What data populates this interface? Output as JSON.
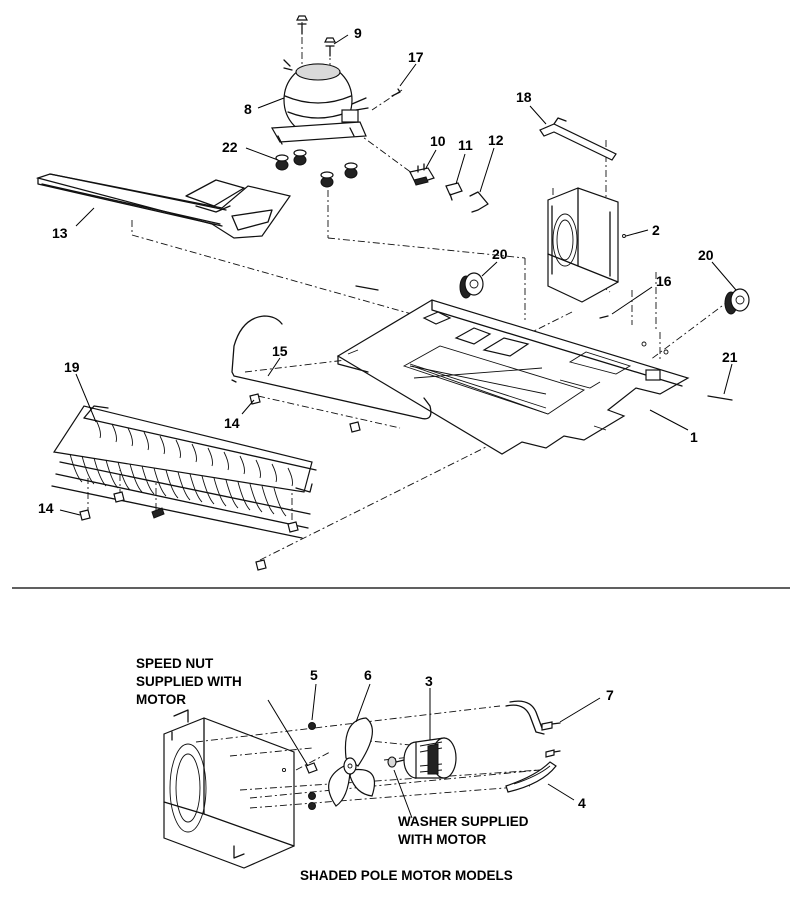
{
  "callouts": {
    "c1": "1",
    "c2": "2",
    "c3": "3",
    "c4": "4",
    "c5": "5",
    "c6": "6",
    "c7": "7",
    "c8": "8",
    "c9": "9",
    "c10": "10",
    "c11": "11",
    "c12": "12",
    "c13": "13",
    "c14a": "14",
    "c14b": "14",
    "c15": "15",
    "c16": "16",
    "c17": "17",
    "c18": "18",
    "c19": "19",
    "c20a": "20",
    "c20b": "20",
    "c21": "21",
    "c22": "22"
  },
  "notes": {
    "speed_nut_1": "SPEED NUT",
    "speed_nut_2": "SUPPLIED WITH",
    "speed_nut_3": "MOTOR",
    "washer_1": "WASHER SUPPLIED",
    "washer_2": "WITH MOTOR"
  },
  "caption": "SHADED POLE MOTOR MODELS"
}
